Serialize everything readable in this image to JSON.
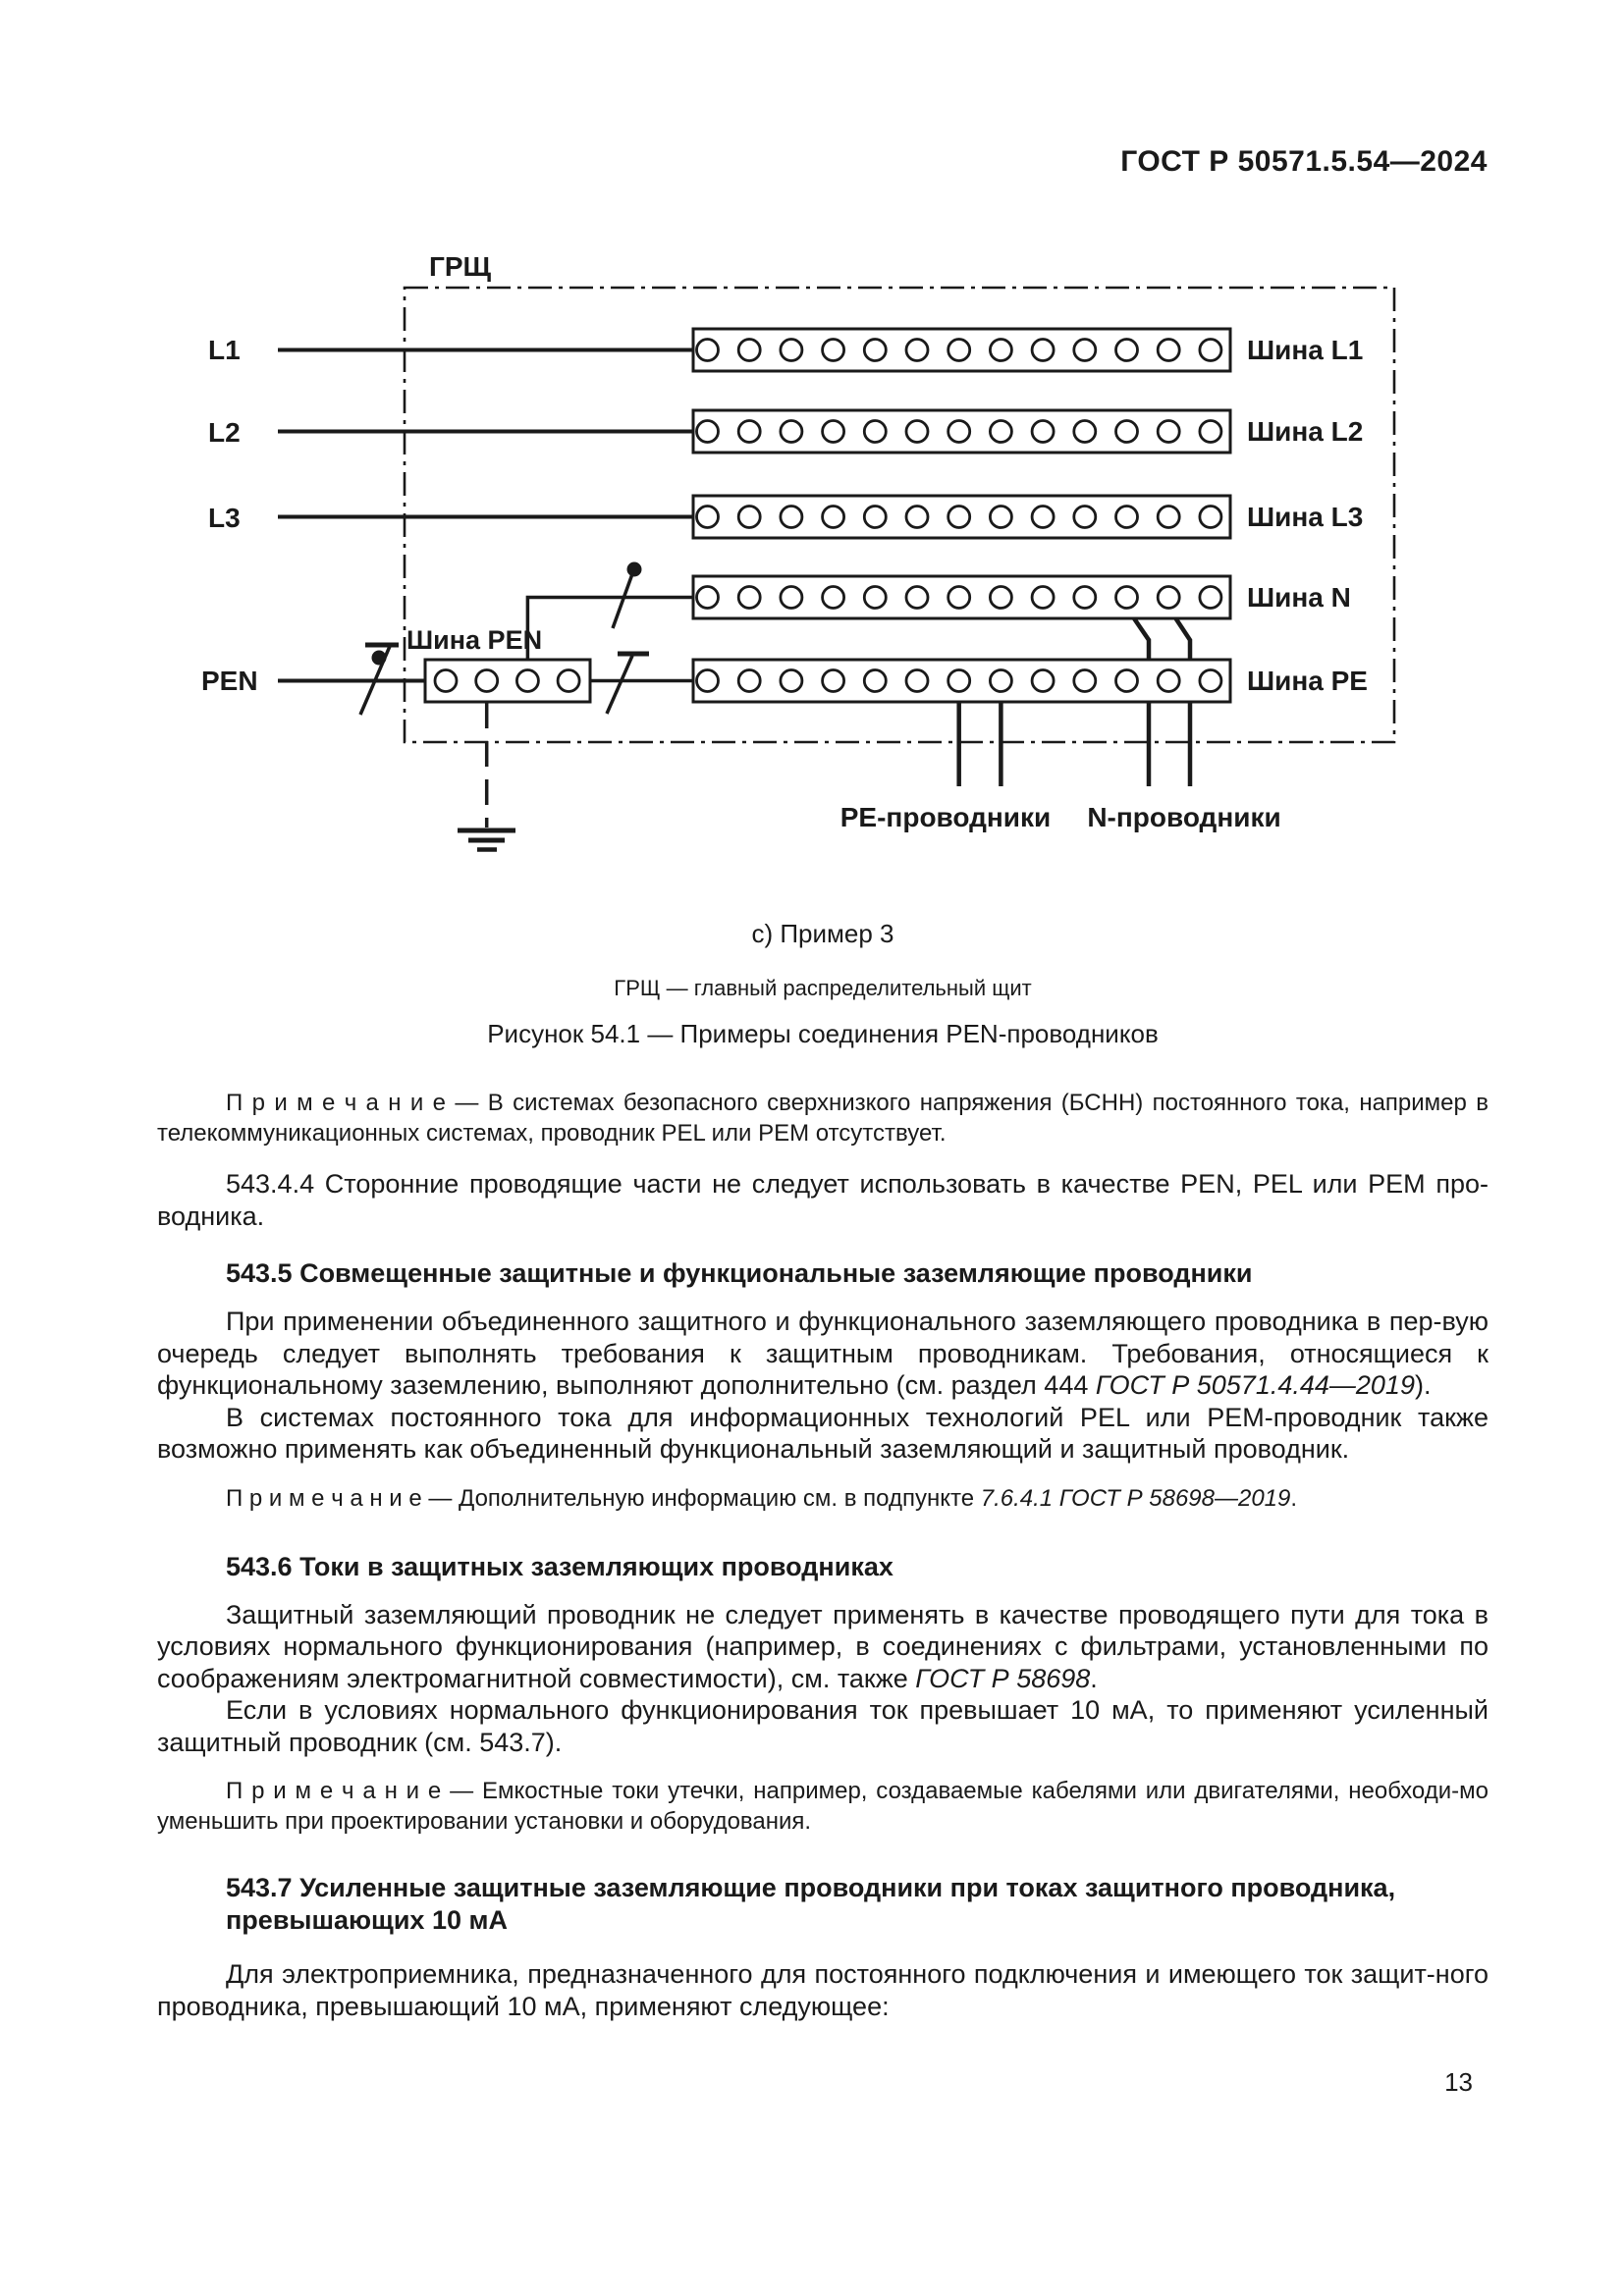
{
  "header": {
    "title": "ГОСТ Р 50571.5.54—2024"
  },
  "figure": {
    "grsh_label": "ГРЩ",
    "feeders": [
      {
        "label": "L1"
      },
      {
        "label": "L2"
      },
      {
        "label": "L3"
      },
      {
        "label": "PEN"
      }
    ],
    "buses": [
      {
        "label": "Шина L1",
        "terminals": 13
      },
      {
        "label": "Шина L2",
        "terminals": 13
      },
      {
        "label": "Шина L3",
        "terminals": 13
      },
      {
        "label": "Шина N",
        "terminals": 13
      },
      {
        "label": "Шина PE",
        "terminals": 13
      }
    ],
    "pen_bus": {
      "label": "Шина PEN",
      "terminals": 4
    },
    "pe_conductors_label": "PE-проводники",
    "n_conductors_label": "N-проводники",
    "caption_example": "с) Пример 3",
    "caption_legend": "ГРЩ — главный распределительный щит",
    "caption_figure": "Рисунок 54.1 —  Примеры соединения PEN-проводников"
  },
  "content": {
    "blocks": [
      {
        "type": "note",
        "runs": [
          {
            "text": "П р и м е ч а н и е  — В системах безопасного сверхнизкого напряжения (БСНН) постоянного тока, например в телекоммуникационных системах, проводник PEL или PEM отсутствует."
          }
        ]
      },
      {
        "type": "para",
        "runs": [
          {
            "text": "543.4.4 Сторонние проводящие части не следует использовать в качестве PEN, PEL или PEM про-водника."
          }
        ]
      },
      {
        "type": "heading",
        "runs": [
          {
            "text": "543.5 Совмещенные защитные и функциональные заземляющие проводники"
          }
        ]
      },
      {
        "type": "para",
        "runs": [
          {
            "text": "При применении объединенного защитного и функционального заземляющего проводника в пер-вую очередь следует выполнять требования к защитным проводникам. Требования, относящиеся к функциональному заземлению, выполняют дополнительно (см. раздел 444 "
          },
          {
            "text": "ГОСТ Р 50571.4.44—2019",
            "italic": true
          },
          {
            "text": ")."
          }
        ]
      },
      {
        "type": "para",
        "runs": [
          {
            "text": "В системах постоянного тока для информационных технологий PEL или PEM-проводник также возможно применять как объединенный функциональный заземляющий и защитный проводник."
          }
        ]
      },
      {
        "type": "note",
        "runs": [
          {
            "text": "П р и м е ч а н и е  — Дополнительную информацию см. в подпункте "
          },
          {
            "text": "7.6.4.1 ГОСТ Р 58698—2019",
            "italic": true
          },
          {
            "text": "."
          }
        ]
      },
      {
        "type": "heading",
        "runs": [
          {
            "text": "543.6 Токи в защитных заземляющих проводниках"
          }
        ]
      },
      {
        "type": "para",
        "runs": [
          {
            "text": "Защитный заземляющий проводник не следует применять в качестве проводящего пути для тока в условиях нормального функционирования (например, в соединениях с фильтрами, установленными по соображениям электромагнитной совместимости), см. также "
          },
          {
            "text": "ГОСТ Р 58698",
            "italic": true
          },
          {
            "text": "."
          }
        ]
      },
      {
        "type": "para",
        "runs": [
          {
            "text": "Если в условиях нормального функционирования ток превышает 10 мА, то применяют усиленный защитный проводник (см. 543.7)."
          }
        ]
      },
      {
        "type": "note",
        "runs": [
          {
            "text": "П р и м е ч а н и е  — Емкостные токи утечки, например, создаваемые кабелями или двигателями, необходи-мо уменьшить при проектировании установки и оборудования."
          }
        ]
      },
      {
        "type": "heading",
        "runs": [
          {
            "text": "543.7 Усиленные защитные заземляющие проводники при токах защитного проводника,"
          },
          {
            "break": true
          },
          {
            "text": "превышающих 10 мА"
          }
        ]
      },
      {
        "type": "para",
        "runs": [
          {
            "text": "Для электроприемника, предназначенного для постоянного подключения и имеющего ток защит-ного проводника, превышающий 10 мА, применяют следующее:"
          }
        ]
      }
    ]
  },
  "page_number": "13"
}
